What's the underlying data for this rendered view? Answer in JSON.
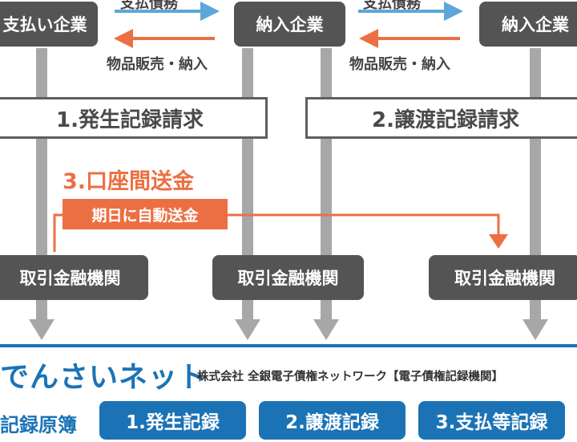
{
  "colors": {
    "gray": "#a7a7a7",
    "dark_box": "#545454",
    "blue": "#1b73b6",
    "orange": "#ec6f43",
    "light_blue_arrow": "#5ca6d9"
  },
  "top": {
    "flow_top_left": "支払債務",
    "flow_top_right": "支払債務",
    "payer_left": "支払い企業",
    "supplier_1": "納入企業",
    "supplier_2": "納入企業",
    "sales_left": "物品販売・納入",
    "sales_right": "物品販売・納入"
  },
  "requests": {
    "issue": "1.発生記録請求",
    "transfer": "2.譲渡記録請求"
  },
  "transfer": {
    "title": "3.口座間送金",
    "tag": "期日に自動送金"
  },
  "banks": {
    "left": "取引金融機関",
    "center": "取引金融機関",
    "right": "取引金融機関"
  },
  "footer": {
    "brand": "でんさいネット",
    "brand_sub": "株式会社 全銀電子債権ネットワーク【電子債権記録機関】",
    "ledger_label": "記録原簿",
    "records": [
      "1.発生記録",
      "2.譲渡記録",
      "3.支払等記録"
    ]
  }
}
